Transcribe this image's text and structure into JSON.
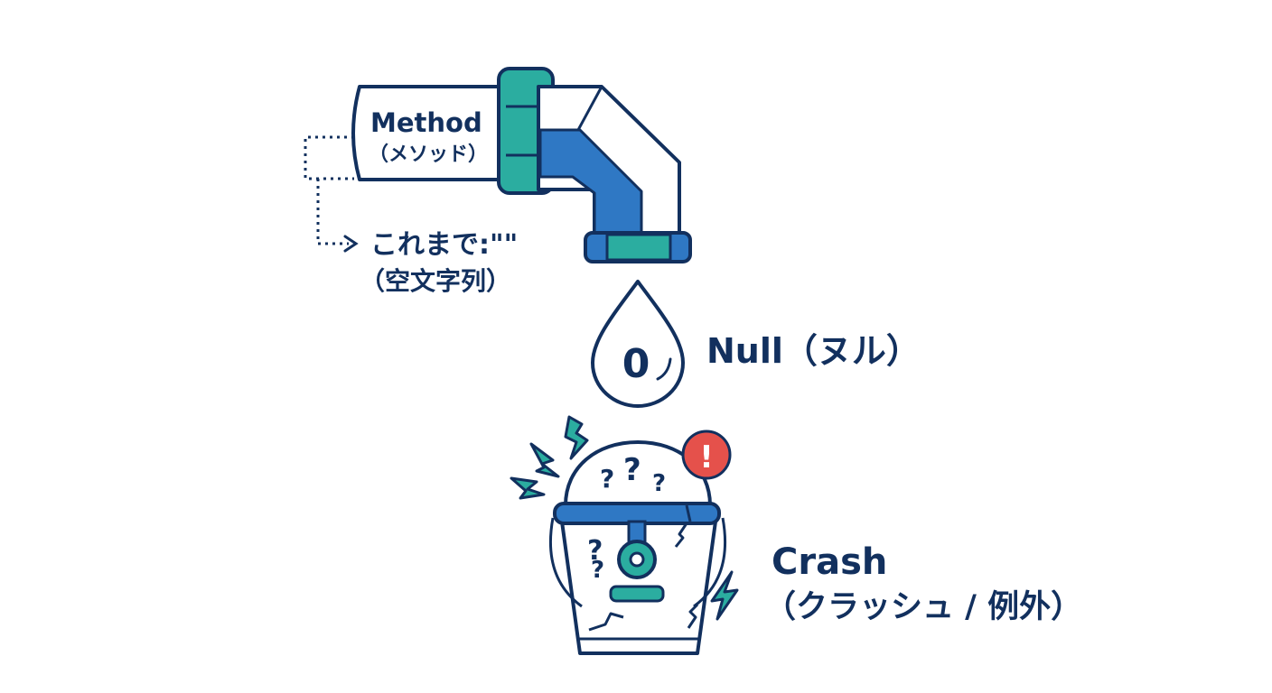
{
  "colors": {
    "navy": "#12305e",
    "blue": "#2f78c4",
    "teal": "#2bada0",
    "alert_red": "#e5514b",
    "white": "#ffffff"
  },
  "pipe": {
    "label_line1": "Method",
    "label_line2": "（メソッド）"
  },
  "previous": {
    "label_line1": "これまで:\"\"",
    "label_line2": "（空文字列）"
  },
  "drop": {
    "symbol": "0",
    "label": "Null（ヌル）"
  },
  "bucket": {
    "question_marks": [
      "?",
      "?",
      "?",
      "?",
      "?"
    ],
    "alert_symbol": "!",
    "label_line1": "Crash",
    "label_line2": "（クラッシュ / 例外）"
  },
  "icons": [
    "pipe-icon",
    "water-drop-icon",
    "bucket-icon",
    "lightning-icon",
    "alert-icon"
  ]
}
